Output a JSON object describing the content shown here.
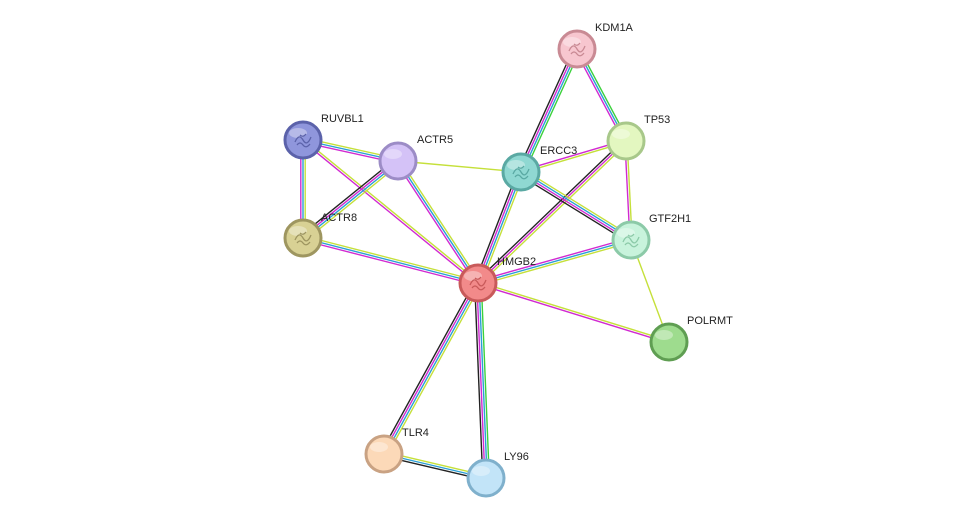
{
  "network": {
    "nodes": [
      {
        "id": "KDM1A",
        "label": "KDM1A",
        "fill": "#f7c6cf",
        "stroke": "#c98a94",
        "has_structure": true
      },
      {
        "id": "TP53",
        "label": "TP53",
        "fill": "#e3f7c0",
        "stroke": "#a8c88a",
        "has_structure": false
      },
      {
        "id": "RUVBL1",
        "label": "RUVBL1",
        "fill": "#8f96dc",
        "stroke": "#5b62aa",
        "has_structure": true
      },
      {
        "id": "ACTR5",
        "label": "ACTR5",
        "fill": "#d4c2f7",
        "stroke": "#9c8cc6",
        "has_structure": false
      },
      {
        "id": "ERCC3",
        "label": "ERCC3",
        "fill": "#8fd8d2",
        "stroke": "#5aa9a3",
        "has_structure": true
      },
      {
        "id": "GTF2H1",
        "label": "GTF2H1",
        "fill": "#c8f3dc",
        "stroke": "#8ccaa8",
        "has_structure": true
      },
      {
        "id": "ACTR8",
        "label": "ACTR8",
        "fill": "#d8d194",
        "stroke": "#9e9660",
        "has_structure": true
      },
      {
        "id": "HMGB2",
        "label": "HMGB2",
        "fill": "#f28a8a",
        "stroke": "#c85a5a",
        "has_structure": true
      },
      {
        "id": "POLRMT",
        "label": "POLRMT",
        "fill": "#9edc8e",
        "stroke": "#5f9e52",
        "has_structure": false
      },
      {
        "id": "TLR4",
        "label": "TLR4",
        "fill": "#fcd9b8",
        "stroke": "#c9a283",
        "has_structure": false
      },
      {
        "id": "LY96",
        "label": "LY96",
        "fill": "#c2e4f8",
        "stroke": "#7fb0cc",
        "has_structure": false
      }
    ],
    "edges": [
      {
        "source": "KDM1A",
        "target": "ERCC3",
        "colors": [
          "#3bd13b",
          "#2a9fd6",
          "#d12ad1",
          "#222222"
        ]
      },
      {
        "source": "KDM1A",
        "target": "TP53",
        "colors": [
          "#3bd13b",
          "#2a9fd6",
          "#d12ad1"
        ]
      },
      {
        "source": "TP53",
        "target": "ERCC3",
        "colors": [
          "#c5e03a",
          "#d12ad1"
        ]
      },
      {
        "source": "TP53",
        "target": "GTF2H1",
        "colors": [
          "#c5e03a",
          "#d12ad1"
        ]
      },
      {
        "source": "TP53",
        "target": "HMGB2",
        "colors": [
          "#c5e03a",
          "#d12ad1",
          "#222222"
        ]
      },
      {
        "source": "RUVBL1",
        "target": "ACTR5",
        "colors": [
          "#c5e03a",
          "#2a9fd6",
          "#d12ad1"
        ]
      },
      {
        "source": "RUVBL1",
        "target": "ACTR8",
        "colors": [
          "#c5e03a",
          "#2a9fd6",
          "#d12ad1"
        ]
      },
      {
        "source": "RUVBL1",
        "target": "HMGB2",
        "colors": [
          "#c5e03a",
          "#d12ad1"
        ]
      },
      {
        "source": "ACTR5",
        "target": "ACTR8",
        "colors": [
          "#c5e03a",
          "#2a9fd6",
          "#d12ad1",
          "#222222"
        ]
      },
      {
        "source": "ACTR5",
        "target": "ERCC3",
        "colors": [
          "#c5e03a"
        ]
      },
      {
        "source": "ACTR5",
        "target": "HMGB2",
        "colors": [
          "#c5e03a",
          "#2a9fd6",
          "#d12ad1"
        ]
      },
      {
        "source": "ACTR8",
        "target": "HMGB2",
        "colors": [
          "#c5e03a",
          "#2a9fd6",
          "#d12ad1"
        ]
      },
      {
        "source": "ERCC3",
        "target": "GTF2H1",
        "colors": [
          "#c5e03a",
          "#2a9fd6",
          "#d12ad1",
          "#222222"
        ]
      },
      {
        "source": "ERCC3",
        "target": "HMGB2",
        "colors": [
          "#c5e03a",
          "#2a9fd6",
          "#d12ad1",
          "#222222"
        ]
      },
      {
        "source": "GTF2H1",
        "target": "HMGB2",
        "colors": [
          "#c5e03a",
          "#2a9fd6",
          "#d12ad1"
        ]
      },
      {
        "source": "GTF2H1",
        "target": "POLRMT",
        "colors": [
          "#c5e03a"
        ]
      },
      {
        "source": "HMGB2",
        "target": "POLRMT",
        "colors": [
          "#c5e03a",
          "#d12ad1"
        ]
      },
      {
        "source": "HMGB2",
        "target": "TLR4",
        "colors": [
          "#c5e03a",
          "#2a9fd6",
          "#d12ad1",
          "#222222"
        ]
      },
      {
        "source": "HMGB2",
        "target": "LY96",
        "colors": [
          "#3bd13b",
          "#2a9fd6",
          "#d12ad1",
          "#222222"
        ]
      },
      {
        "source": "TLR4",
        "target": "LY96",
        "colors": [
          "#c5e03a",
          "#2a9fd6",
          "#222222"
        ]
      }
    ]
  }
}
